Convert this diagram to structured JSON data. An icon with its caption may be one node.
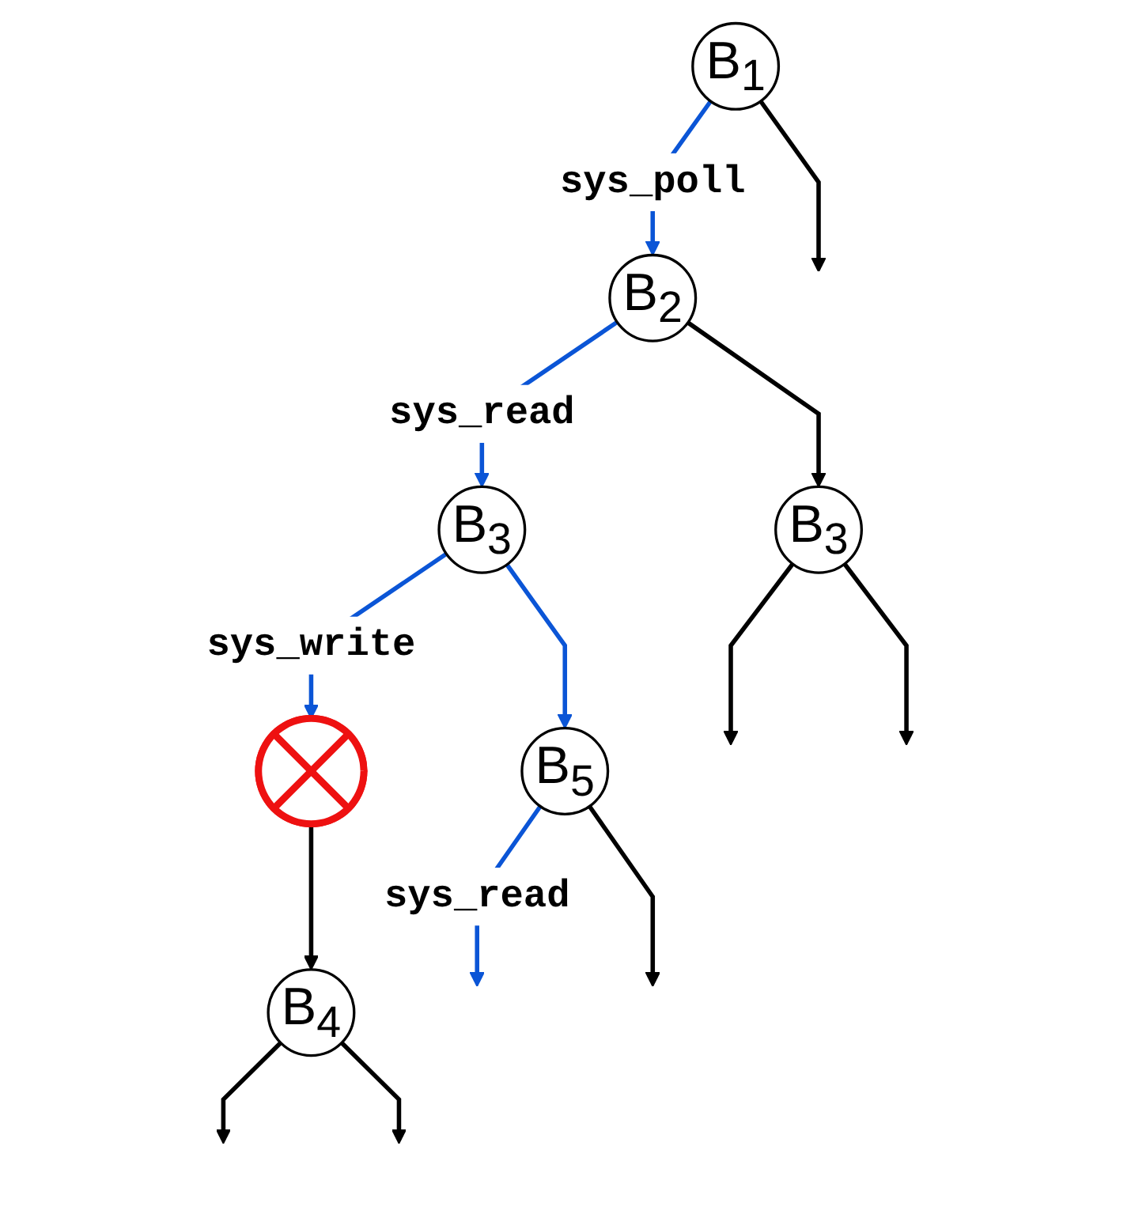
{
  "diagram": {
    "nodes": [
      {
        "text": [
          "B$_{1}$"
        ]
      },
      {
        "text": [
          "B$_{2}$"
        ]
      },
      {
        "text": [
          "B$_{3}$"
        ]
      },
      {
        "text": [
          "B$_{3}$"
        ]
      },
      {
        "text": [],
        "shape": "cross"
      },
      {
        "text": [
          "B$_{4}$"
        ]
      },
      {
        "text": [
          "B$_{5}$"
        ]
      }
    ],
    "edges": [
      {
        "from": 0,
        "to": 1,
        "arrow": "to",
        "label": "sys_poll",
        "color": "#0b55d6"
      },
      {
        "from": 0,
        "to": null,
        "arrow": "to"
      },
      {
        "from": 1,
        "to": 2,
        "arrow": "to"
      },
      {
        "from": 1,
        "to": 3,
        "arrow": "to",
        "label": "sys_read",
        "color": "#0b55d6"
      },
      {
        "from": 2,
        "to": null,
        "arrow": "to"
      },
      {
        "from": 2,
        "to": null,
        "arrow": "to"
      },
      {
        "from": 3,
        "to": 4,
        "arrow": "to",
        "label": "sys_write",
        "color": "#0b55d6"
      },
      {
        "from": 4,
        "to": 5,
        "arrow": "to"
      },
      {
        "from": 3,
        "to": 6,
        "arrow": "to",
        "color": "#0b55d6"
      },
      {
        "from": 5,
        "to": null,
        "arrow": "to"
      },
      {
        "from": 5,
        "to": null,
        "arrow": "to"
      },
      {
        "from": 6,
        "to": null,
        "arrow": "to",
        "label": "sys_read",
        "color": "#0b55d6"
      },
      {
        "from": 6,
        "to": null,
        "arrow": "to"
      }
    ]
  }
}
